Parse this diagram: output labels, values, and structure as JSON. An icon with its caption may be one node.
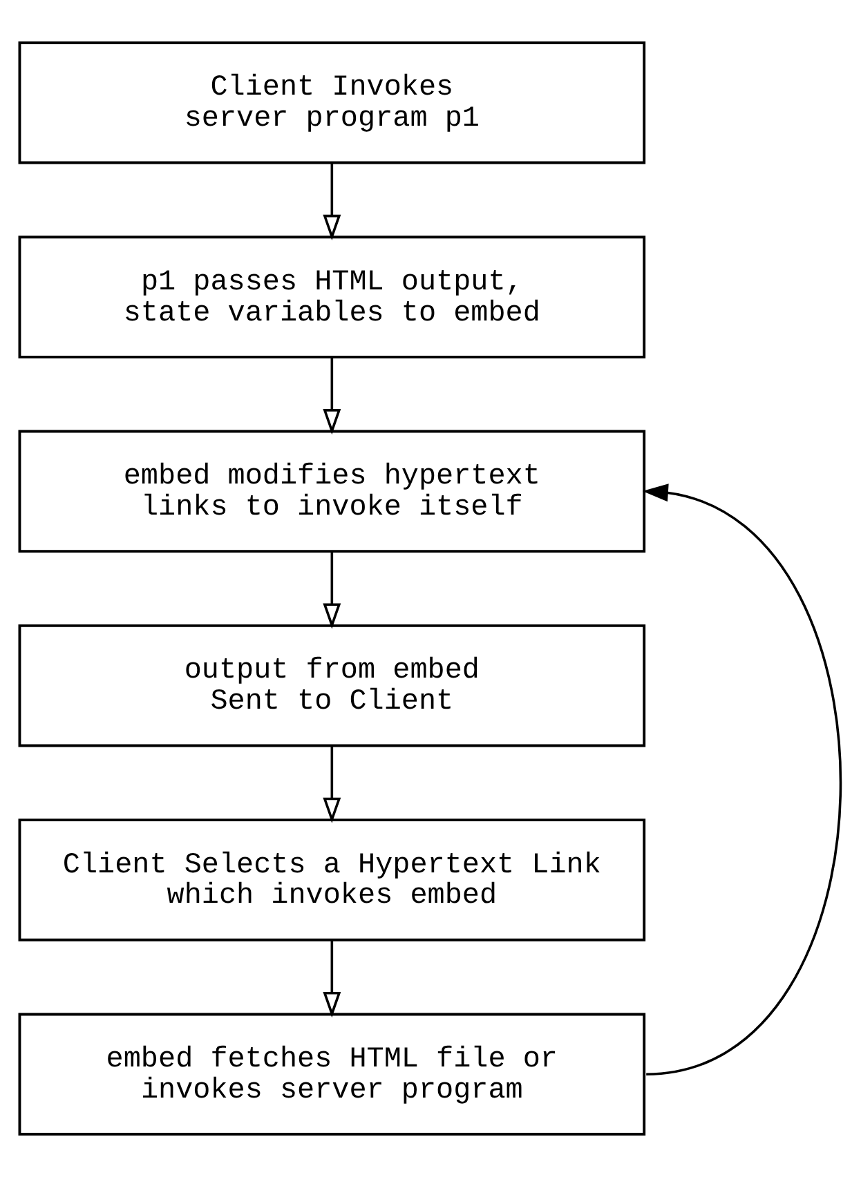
{
  "diagram": {
    "nodes": [
      {
        "text": [
          "Client Invokes",
          "server program p1"
        ]
      },
      {
        "text": [
          "p1 passes HTML output,",
          "state variables to embed"
        ]
      },
      {
        "text": [
          "embed modifies hypertext",
          "links to invoke itself"
        ]
      },
      {
        "text": [
          "output from embed",
          "Sent to Client"
        ]
      },
      {
        "text": [
          "Client Selects a Hypertext Link",
          "which invokes embed"
        ]
      },
      {
        "text": [
          "embed fetches HTML file or",
          "invokes server program"
        ]
      }
    ],
    "edges": [
      {
        "from": 0,
        "to": 1,
        "arrow": "to"
      },
      {
        "from": 1,
        "to": 2,
        "arrow": "to"
      },
      {
        "from": 2,
        "to": 3,
        "arrow": "to"
      },
      {
        "from": 3,
        "to": 4,
        "arrow": "to"
      },
      {
        "from": 4,
        "to": 5,
        "arrow": "to"
      },
      {
        "from": 5,
        "to": 2,
        "arrow": "to"
      }
    ]
  }
}
